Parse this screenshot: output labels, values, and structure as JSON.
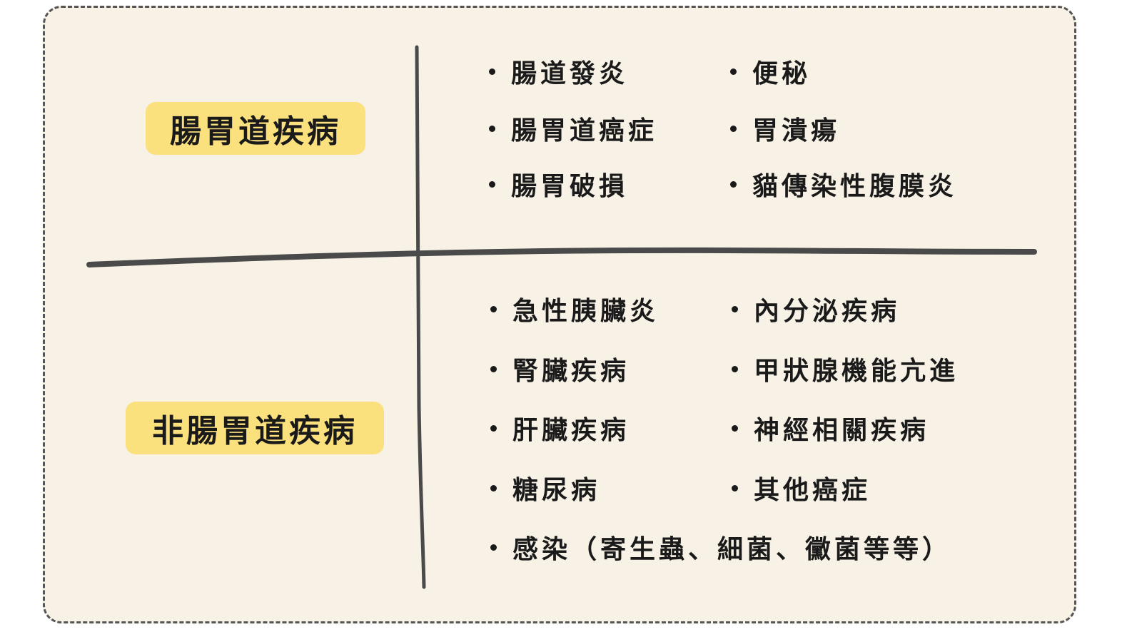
{
  "categories": [
    {
      "title": "腸胃道疾病",
      "left_items": [
        "腸道發炎",
        "腸胃道癌症",
        "腸胃破損"
      ],
      "right_items": [
        "便秘",
        "胃潰瘍",
        "貓傳染性腹膜炎"
      ]
    },
    {
      "title": "非腸胃道疾病",
      "left_items": [
        "急性胰臟炎",
        "腎臟疾病",
        "肝臟疾病",
        "糖尿病"
      ],
      "right_items": [
        "內分泌疾病",
        "甲狀腺機能亢進",
        "神經相關疾病",
        "其他癌症"
      ],
      "wide_item": "感染（寄生蟲、細菌、黴菌等等）"
    }
  ],
  "colors": {
    "background": "#f8f2e6",
    "tag": "#fbe07e",
    "line": "#4a4a4a",
    "border": "#555555"
  }
}
